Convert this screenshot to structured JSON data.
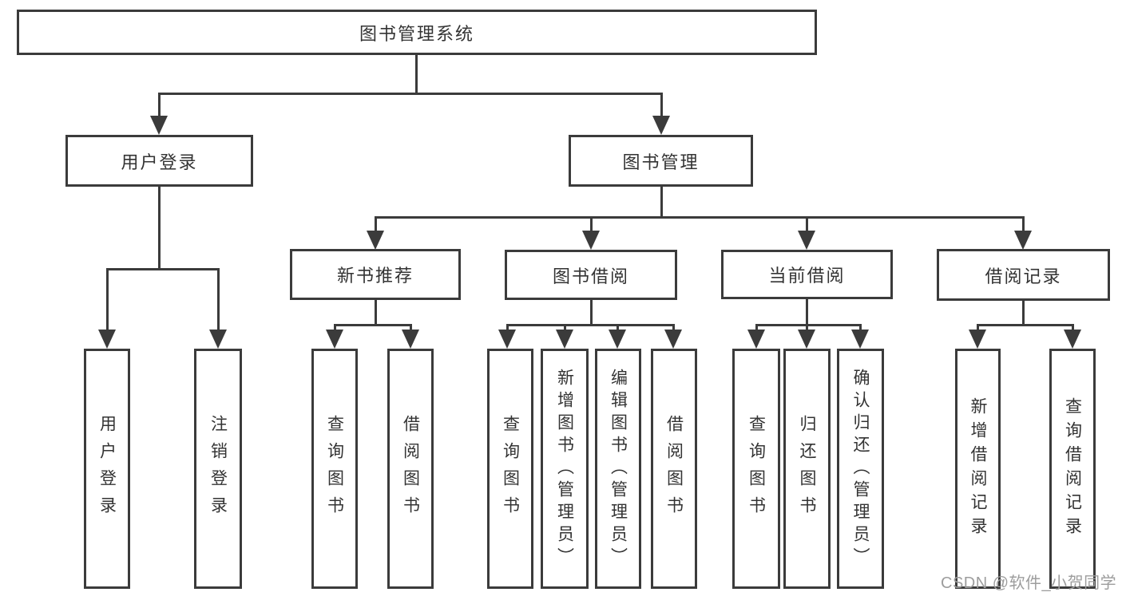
{
  "tree": {
    "label": "图书管理系统",
    "children": [
      {
        "label": "用户登录",
        "children": [
          {
            "label": "用户登录"
          },
          {
            "label": "注销登录"
          }
        ]
      },
      {
        "label": "图书管理",
        "children": [
          {
            "label": "新书推荐",
            "children": [
              {
                "label": "查询图书"
              },
              {
                "label": "借阅图书"
              }
            ]
          },
          {
            "label": "图书借阅",
            "children": [
              {
                "label": "查询图书"
              },
              {
                "label": "新增图书（管理员）"
              },
              {
                "label": "编辑图书（管理员）"
              },
              {
                "label": "借阅图书"
              }
            ]
          },
          {
            "label": "当前借阅",
            "children": [
              {
                "label": "查询图书"
              },
              {
                "label": "归还图书"
              },
              {
                "label": "确认归还（管理员）"
              }
            ]
          },
          {
            "label": "借阅记录",
            "children": [
              {
                "label": "新增借阅记录"
              },
              {
                "label": "查询借阅记录"
              }
            ]
          }
        ]
      }
    ]
  },
  "watermark": {
    "text": "CSDN @软件_小贺同学"
  },
  "colors": {
    "line": "#3b3b3b",
    "text": "#333333",
    "background": "#ffffff",
    "watermark": "#9d9d9d"
  }
}
